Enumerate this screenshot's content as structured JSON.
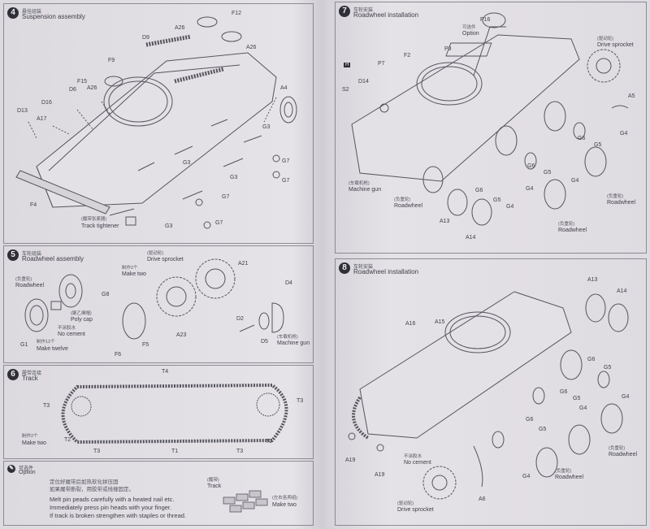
{
  "step4": {
    "number": "4",
    "title_cn": "悬挂组装",
    "title_en": "Suspension assembly",
    "labels": [
      "F12",
      "D9",
      "A26",
      "A26",
      "F9",
      "F15",
      "D6",
      "D16",
      "A26",
      "A4",
      "D13",
      "A17",
      "G3",
      "G3",
      "G3",
      "G7",
      "G7",
      "G7",
      "G7",
      "G3",
      "F4"
    ],
    "track_tightener_cn": "(履带张紧器)",
    "track_tightener_en": "Track tightener"
  },
  "step5": {
    "number": "5",
    "title_cn": "车轮组装",
    "title_en": "Roadwheel assembly",
    "roadwheel_cn": "(负重轮)",
    "roadwheel_en": "Roadwheel",
    "g8": "G8",
    "g1": "G1",
    "g1_note_cn": "制作12个",
    "g1_note_en": "Make twelve",
    "polycap_cn": "(聚乙烯帽)",
    "polycap_en": "Poly cap",
    "nocement_cn": "不涂胶水",
    "nocement_en": "No cement",
    "drive_cn": "(驱动轮)",
    "drive_en": "Drive sprocket",
    "maketwo_cn": "制作2个",
    "maketwo_en": "Make two",
    "a21": "A21",
    "a23": "A23",
    "f5": "F5",
    "f6": "F6",
    "d4": "D4",
    "d2": "D2",
    "d5": "D5",
    "mg_cn": "(车载机枪)",
    "mg_en": "Machine gun"
  },
  "step6": {
    "number": "6",
    "title_cn": "履带连接",
    "title_en": "Track",
    "labels": [
      "T4",
      "T3",
      "T3",
      "T2",
      "T2",
      "T3",
      "T1",
      "T3"
    ],
    "maketwo_cn": "制作2个",
    "maketwo_en": "Make two"
  },
  "tips": {
    "title_cn": "可选件",
    "title_en": "Option",
    "cn_line1": "定位好履带后如热软化拼压固",
    "cn_line2": "如果履带断裂，用胶带或线缠固定。",
    "en_line1": "Melt pin peads carefully with a heated nail etc.",
    "en_line2": "Immediately press pin heads with your finger.",
    "en_line3": "If track is broken strengthen with staples or thread.",
    "track_cn": "(履带)",
    "track_en": "Track",
    "maketwo_cn": "(左右各两组)",
    "maketwo_en": "Make two"
  },
  "step7": {
    "number": "7",
    "title_cn": "车轮安装",
    "title_en": "Roadwheel installation",
    "p16": "P16",
    "option_cn": "可选件",
    "option_en": "Option",
    "p3": "P3",
    "p7": "P7",
    "f2": "F2",
    "d14": "D14",
    "s2": "S2",
    "h_badge": "H",
    "drive_cn": "(驱动轮)",
    "drive_en": "Drive sprocket",
    "labels": [
      "A5",
      "G4",
      "G6",
      "G5",
      "G4",
      "G6",
      "G5",
      "G4",
      "G6",
      "G5",
      "G4",
      "A13",
      "A14"
    ],
    "mg_cn": "(车载机枪)",
    "mg_en": "Machine gun",
    "rw1_cn": "(负重轮)",
    "rw1_en": "Roadwheel",
    "rw2_cn": "(负重轮)",
    "rw2_en": "Roadwheel",
    "rw3_cn": "(负重轮)",
    "rw3_en": "Roadwheel"
  },
  "step8": {
    "number": "8",
    "title_cn": "车轮安装",
    "title_en": "Roadwheel installation",
    "labels": [
      "A13",
      "A14",
      "A16",
      "A15",
      "G6",
      "G5",
      "G4",
      "G6",
      "G5",
      "G4",
      "G6",
      "G5",
      "G4",
      "A19",
      "A19",
      "A6"
    ],
    "nocement_cn": "不涂胶水",
    "nocement_en": "No cement",
    "drive_cn": "(驱动轮)",
    "drive_en": "Drive sprocket",
    "rw1_cn": "(负重轮)",
    "rw1_en": "Roadwheel",
    "rw2_cn": "(负重轮)",
    "rw2_en": "Roadwheel"
  }
}
